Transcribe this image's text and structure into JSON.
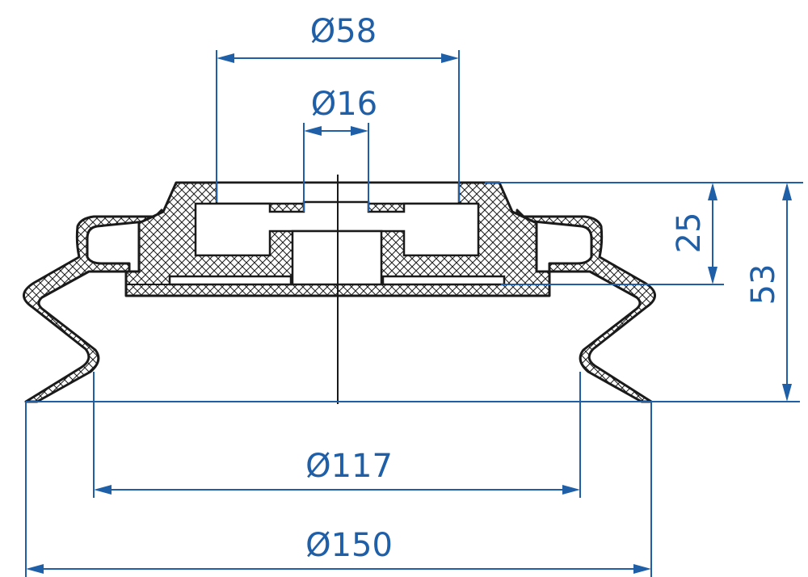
{
  "dimensions": {
    "d58": "Ø58",
    "d16": "Ø16",
    "d117": "Ø117",
    "d150": "Ø150",
    "h25": "25",
    "h53": "53"
  },
  "colors": {
    "dimension": "#1f5fa8",
    "outline": "#1a1a1a",
    "background": "#ffffff"
  }
}
